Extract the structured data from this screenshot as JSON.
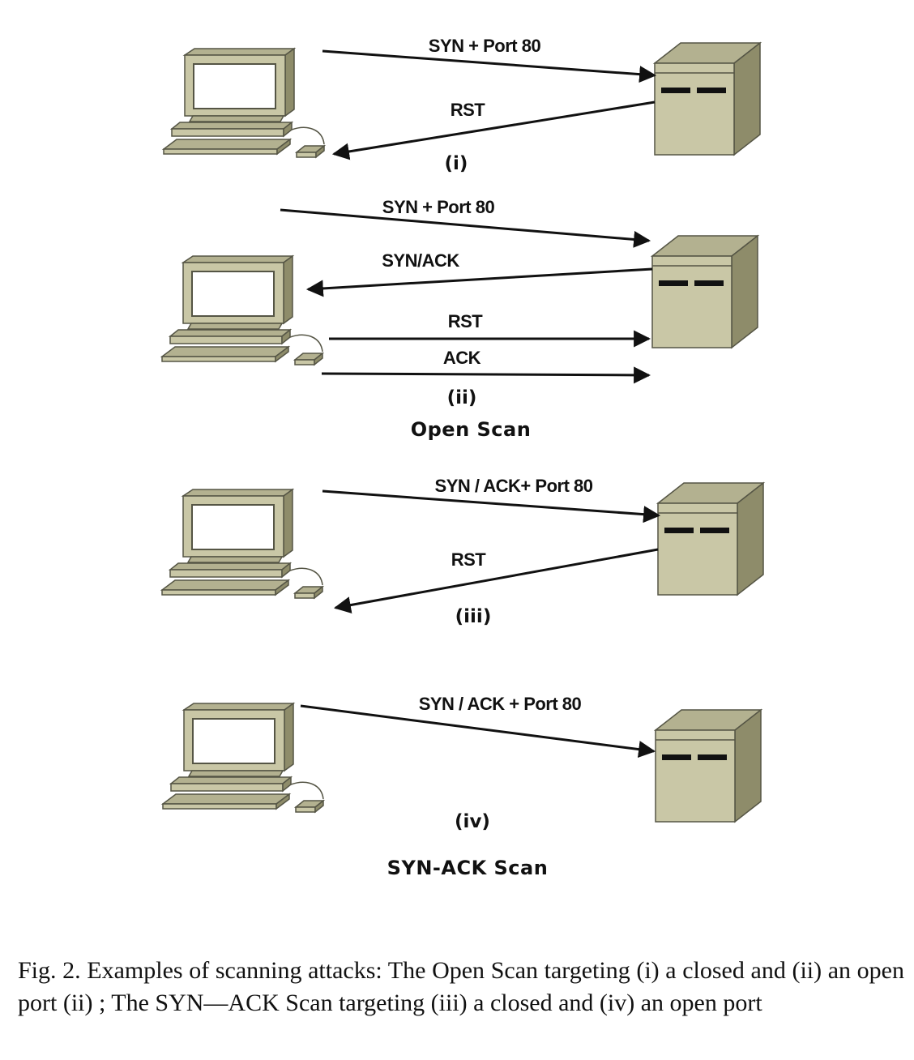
{
  "panels": [
    {
      "id": "i",
      "tag": "(i)",
      "messages": [
        {
          "label": "SYN + Port 80",
          "direction": "to-server"
        },
        {
          "label": "RST",
          "direction": "to-client"
        }
      ]
    },
    {
      "id": "ii",
      "tag": "(ii)",
      "messages": [
        {
          "label": "SYN + Port 80",
          "direction": "to-server"
        },
        {
          "label": "SYN/ACK",
          "direction": "to-client"
        },
        {
          "label": "RST",
          "direction": "to-server"
        },
        {
          "label": "ACK",
          "direction": "to-server"
        }
      ]
    },
    {
      "id": "iii",
      "tag": "(iii)",
      "messages": [
        {
          "label": "SYN / ACK+ Port 80",
          "direction": "to-server"
        },
        {
          "label": "RST",
          "direction": "to-client"
        }
      ]
    },
    {
      "id": "iv",
      "tag": "(iv)",
      "messages": [
        {
          "label": "SYN / ACK + Port 80",
          "direction": "to-server"
        }
      ]
    }
  ],
  "scan_titles": {
    "open": "Open Scan",
    "synack": "SYN-ACK Scan"
  },
  "caption": "Fig. 2.   Examples of scanning attacks: The Open Scan targeting (i) a closed and (ii) an open port (ii) ; The SYN—ACK Scan targeting (iii) a closed and (iv) an open port",
  "colors": {
    "device_face": "#c9c7a6",
    "device_side": "#8e8c6a",
    "device_top": "#b3b190",
    "outline": "#555545",
    "arrow": "#111111"
  },
  "icons": {
    "client": "desktop-computer-icon",
    "server": "server-tower-icon"
  }
}
